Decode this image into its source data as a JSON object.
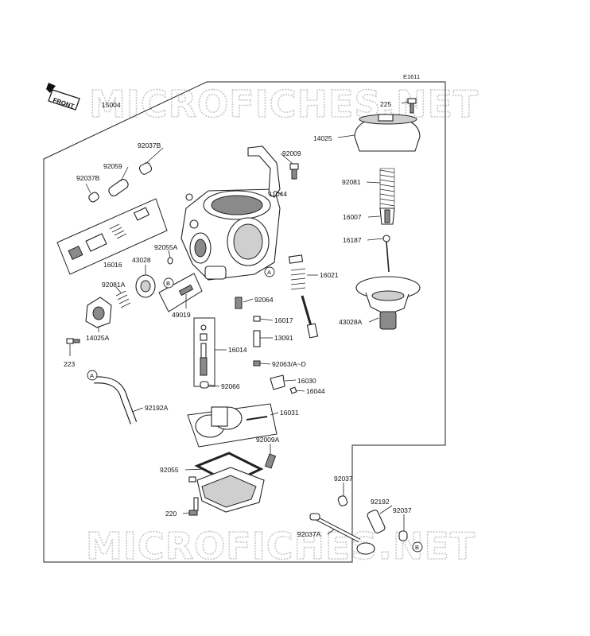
{
  "diagram_ref": "E1611",
  "front_badge": "FRONT",
  "watermark_top": "MICROFICHES.NET",
  "watermark_bottom": "MICROFICHES.NET",
  "callouts": {
    "c15004": "15004",
    "c225": "225",
    "c14025": "14025",
    "c92037B": "92037B",
    "c92009": "92009",
    "c92059": "92059",
    "c92037B_2": "92037B",
    "c92081": "92081",
    "c11044": "11044",
    "c16007": "16007",
    "c16187": "16187",
    "c16016": "16016",
    "c43028": "43028",
    "c92055A": "92055A",
    "c16021": "16021",
    "c92081A": "92081A",
    "c92064": "92064",
    "c43028A": "43028A",
    "c49019": "49019",
    "c16017": "16017",
    "c14025A": "14025A",
    "c13091": "13091",
    "c16014": "16014",
    "c223": "223",
    "c92063": "92063/A~D",
    "c16030": "16030",
    "c16044": "16044",
    "c92066": "92066",
    "c92192A": "92192A",
    "c16031": "16031",
    "c92009A": "92009A",
    "c92055": "92055",
    "c92037": "92037",
    "c220": "220",
    "c92192": "92192",
    "c92037_2": "92037",
    "c92037A": "92037A"
  },
  "markers": {
    "A1": "A",
    "A2": "A",
    "B1": "B",
    "B2": "B"
  }
}
